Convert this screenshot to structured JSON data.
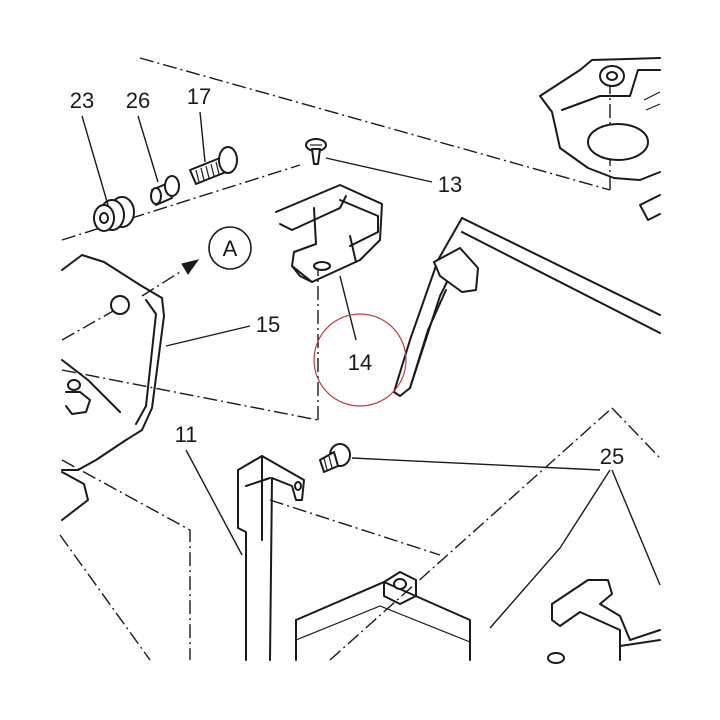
{
  "callouts": {
    "c23": "23",
    "c26": "26",
    "c17": "17",
    "c13": "13",
    "c15": "15",
    "c14": "14",
    "c11": "11",
    "c25": "25",
    "a": "A"
  },
  "colors": {
    "line": "#1a1a1a",
    "highlight_circle": "#c0394a",
    "background": "#ffffff"
  }
}
